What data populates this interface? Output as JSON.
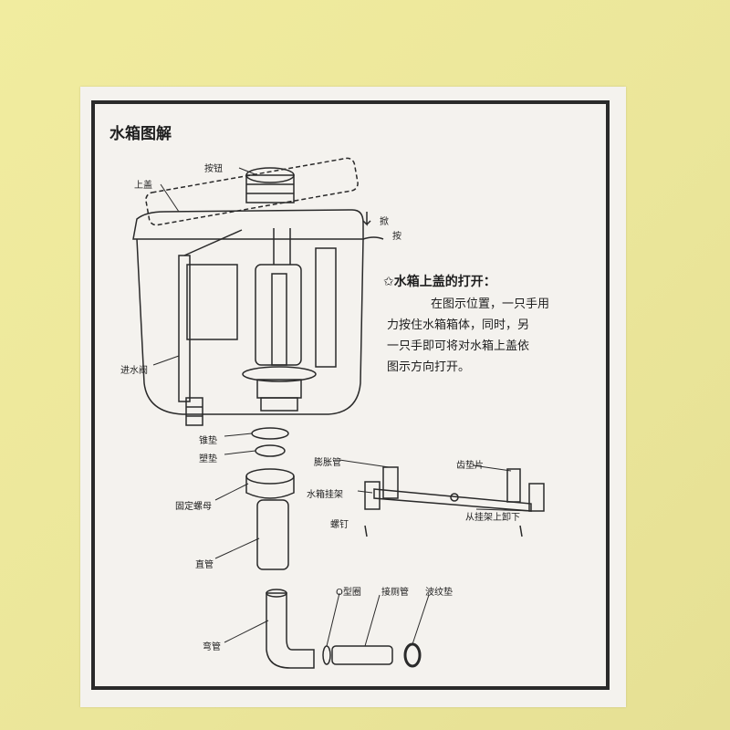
{
  "title": "水箱图解",
  "labels": {
    "lid": "上盖",
    "button": "按钮",
    "press": "按",
    "lift": "掀",
    "inlet_valve": "进水阀",
    "cone_gasket": "锥垫",
    "plastic_gasket": "塑垫",
    "fixing_nut": "固定螺母",
    "straight_pipe": "直管",
    "bend_pipe": "弯管",
    "expansion_tube": "膨胀管",
    "tank_bracket": "水箱挂架",
    "screw": "螺钉",
    "toothed_pad": "齿垫片",
    "hang_down": "从挂架上卸下",
    "o_ring": "O型圈",
    "toilet_pipe": "接厕管",
    "corrugated_pad": "波纹垫"
  },
  "note": {
    "heading": "✩水箱上盖的打开：",
    "lines": [
      "在图示位置，一只手用",
      "力按住水箱箱体，同时，另",
      "一只手即可将对水箱上盖依",
      "图示方向打开。"
    ]
  },
  "colors": {
    "background": "#efeaa0",
    "panel": "#f4f2ee",
    "ink": "#2a2a2a"
  }
}
